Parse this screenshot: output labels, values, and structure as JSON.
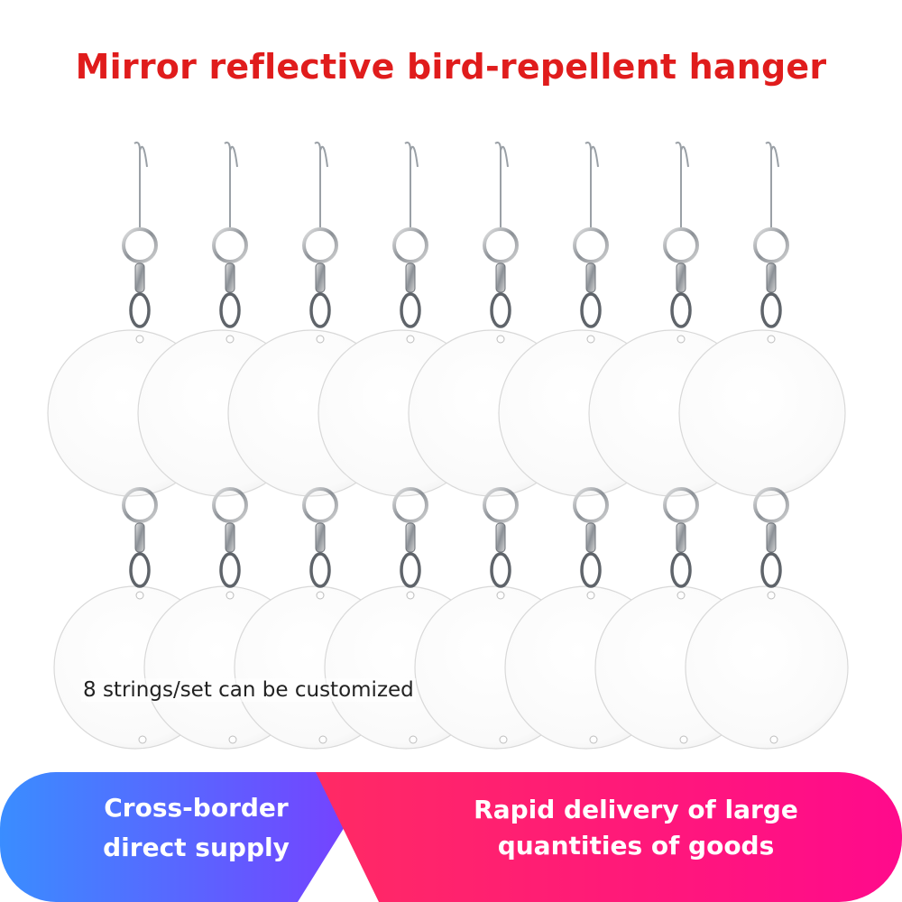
{
  "title": "Mirror reflective bird-repellent hanger",
  "caption": "8 strings/set can be customized",
  "banner": {
    "left_text": "Cross-border direct supply",
    "right_text": "Rapid delivery of large quantities of goods",
    "left_gradient": [
      "#3f8cff",
      "#7a44ff"
    ],
    "right_gradient": [
      "#ff1f6e",
      "#ff0a8a"
    ]
  },
  "product": {
    "strings_per_set": 8,
    "rows_shown": 2,
    "disc_color": "#ffffff",
    "hardware_color": "#9aa0a6"
  }
}
